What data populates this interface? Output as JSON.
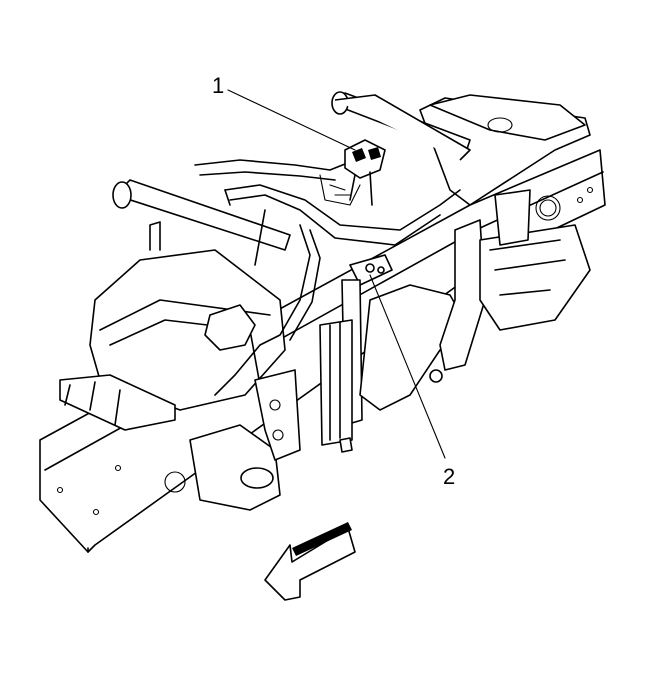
{
  "callouts": [
    {
      "id": "1",
      "text": "1"
    },
    {
      "id": "2",
      "text": "2"
    }
  ],
  "colors": {
    "line": "#000000",
    "background": "#ffffff"
  },
  "icons": [
    "direction-arrow-icon"
  ]
}
